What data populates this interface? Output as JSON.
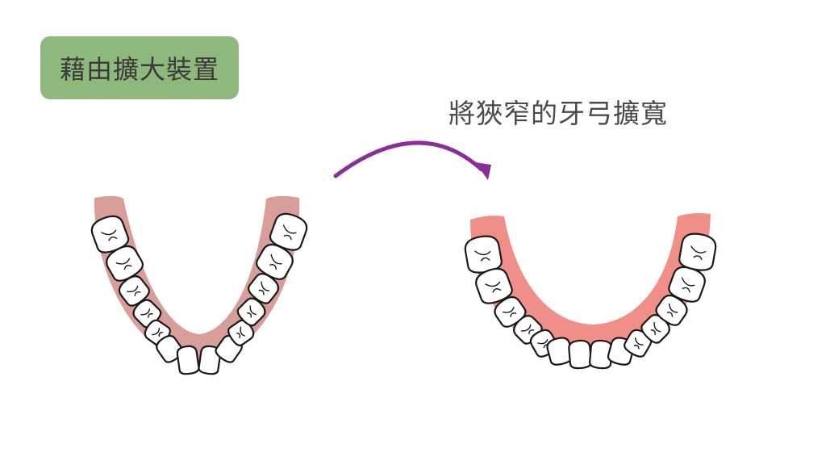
{
  "label": "藉由擴大裝置",
  "caption": "將狹窄的牙弓擴寬",
  "colors": {
    "label_bg": "#8fb97c",
    "gum_narrow": "#d89e9a",
    "gum_wide": "#f08e88",
    "arrow": "#8a2f9a",
    "tooth_outline": "#1a1a1a"
  },
  "icons": {
    "arrow": "curved-arrow-icon",
    "narrow": "narrow-dental-arch",
    "wide": "widened-dental-arch"
  }
}
